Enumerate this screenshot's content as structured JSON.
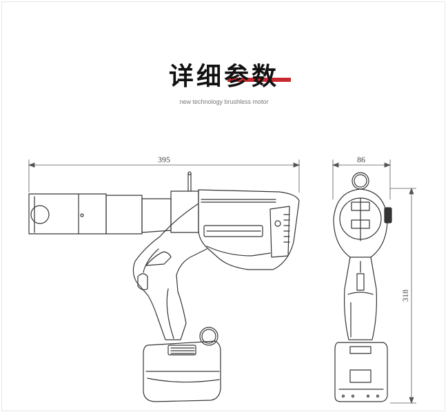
{
  "header": {
    "title": "详细参数",
    "subtitle": "new technology brushless motor"
  },
  "dimensions": {
    "length": "395",
    "width": "86",
    "height": "318"
  },
  "colors": {
    "accent": "#c8282d",
    "line": "#333333",
    "dim_line": "#555555"
  }
}
